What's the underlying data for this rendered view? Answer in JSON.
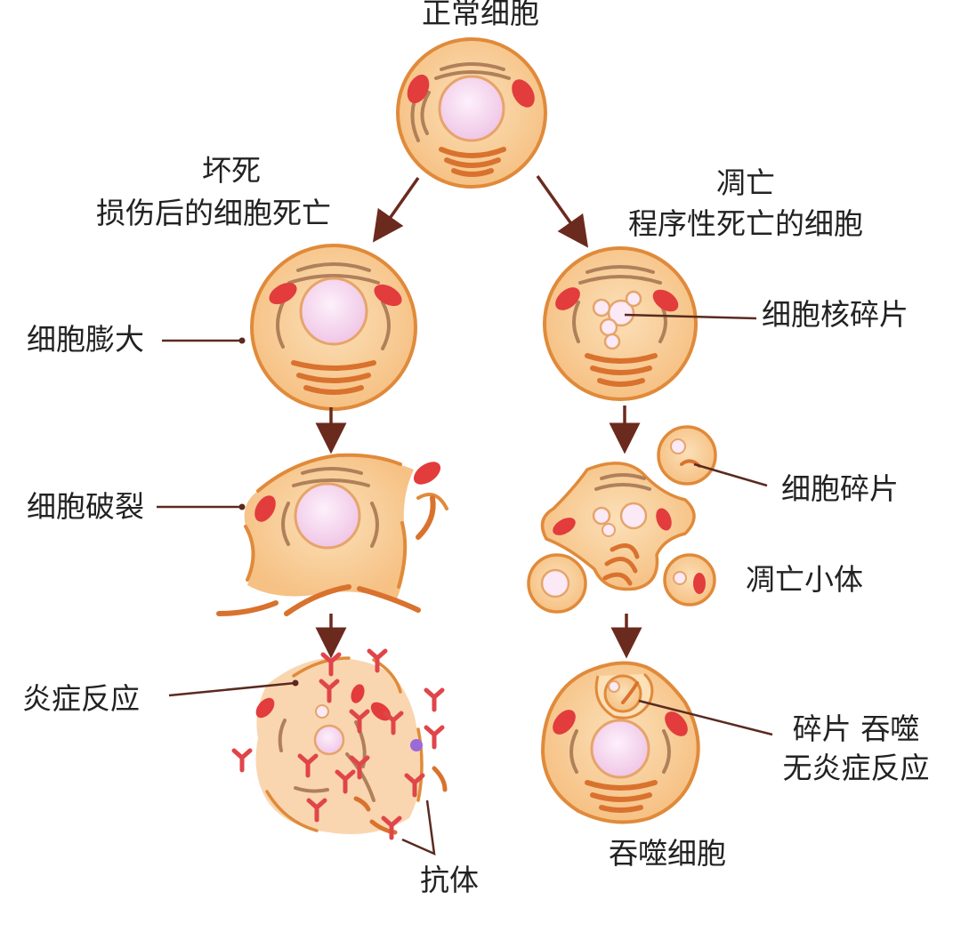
{
  "top": {
    "title": "正常细胞"
  },
  "necrosis": {
    "heading": "坏死",
    "subheading": "损伤后的细胞死亡",
    "stages": [
      {
        "label": "细胞膨大"
      },
      {
        "label": "细胞破裂"
      },
      {
        "label": "炎症反应"
      }
    ],
    "antibody_label": "抗体"
  },
  "apoptosis": {
    "heading": "凋亡",
    "subheading": "程序性死亡的细胞",
    "stages": [
      {
        "label": "细胞核碎片"
      },
      {
        "label": "细胞碎片"
      },
      {
        "label": "凋亡小体"
      }
    ],
    "phagocytosis_line1": "碎片 吞噬",
    "phagocytosis_line2": "无炎症反应",
    "phagocyte_label": "吞噬细胞"
  },
  "colors": {
    "cell_fill": "#f8c98c",
    "cell_edge": "#e08a3a",
    "nucleus": "#f4d6ee",
    "mitochondria": "#e23c3c",
    "organelle": "#d9722e",
    "er": "#b0805a",
    "arrow": "#6b2a1e",
    "antibody": "#e0454a"
  }
}
